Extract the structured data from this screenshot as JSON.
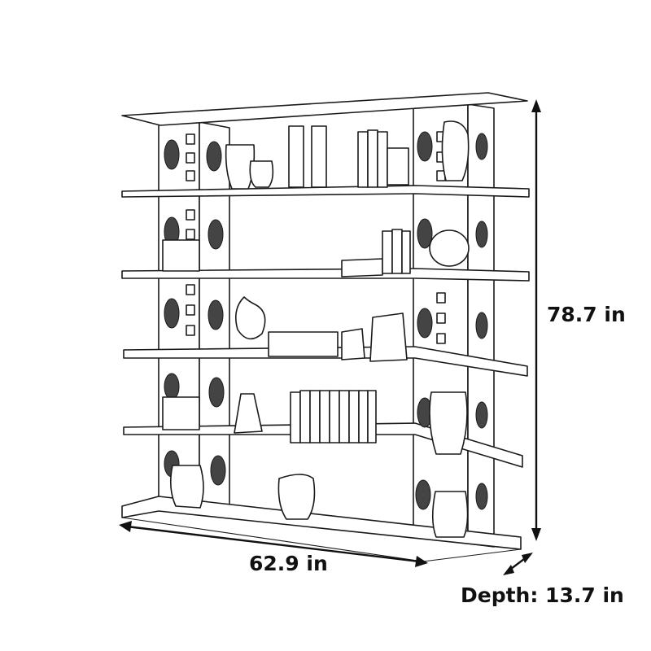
{
  "dimensions": {
    "height": "78.7 in",
    "width": "62.9 in",
    "depth": "Depth: 13.7 in"
  },
  "colors": {
    "line": "#1a1a1a",
    "background": "#ffffff"
  },
  "icons": [
    "bookshelf-illustration",
    "vase-icon",
    "book-stack-icon",
    "ornament-icon"
  ]
}
